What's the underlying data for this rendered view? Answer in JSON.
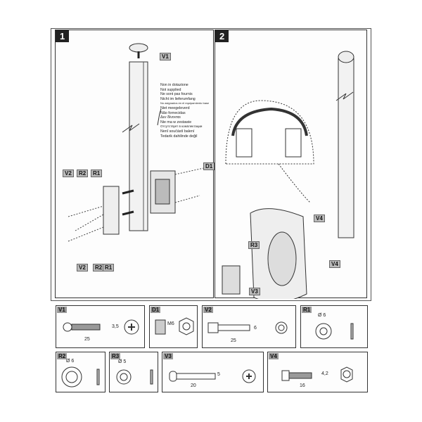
{
  "steps": [
    {
      "number": "1"
    },
    {
      "number": "2"
    }
  ],
  "step1_labels": {
    "v1": "V1",
    "d1": "D1",
    "v2_top": "V2",
    "r2_top": "R2",
    "r1_top": "R1",
    "v2_bottom": "V2",
    "r2_bottom": "R2",
    "r1_bottom": "R1"
  },
  "step2_labels": {
    "r3": "R3",
    "v3": "V3",
    "v4_top": "V4",
    "v4_bottom": "V4"
  },
  "not_supplied": [
    "Non in dotazione",
    "Not supplied",
    "Ne sont pas fournis",
    "Nicht im lieferumfang",
    "No asignados en el equipamiento base",
    "Niet meegeleverd",
    "Não fornecidas",
    "Δεν δίνονται",
    "Nie ma w zestawie",
    "Отсутствует в комплектации",
    "Nenî součástí balení",
    "Tedarik dahilinde değil"
  ],
  "parts": [
    {
      "code": "V1",
      "dims": [
        "3,5",
        "25"
      ]
    },
    {
      "code": "D1",
      "dims": [
        "M6"
      ]
    },
    {
      "code": "V2",
      "dims": [
        "6",
        "25"
      ]
    },
    {
      "code": "R1",
      "dims": [
        "Ø 6"
      ]
    },
    {
      "code": "R2",
      "dims": [
        "Ø 6"
      ]
    },
    {
      "code": "R3",
      "dims": [
        "Ø 5"
      ]
    },
    {
      "code": "V3",
      "dims": [
        "5",
        "20"
      ]
    },
    {
      "code": "V4",
      "dims": [
        "4,2",
        "16"
      ]
    }
  ]
}
